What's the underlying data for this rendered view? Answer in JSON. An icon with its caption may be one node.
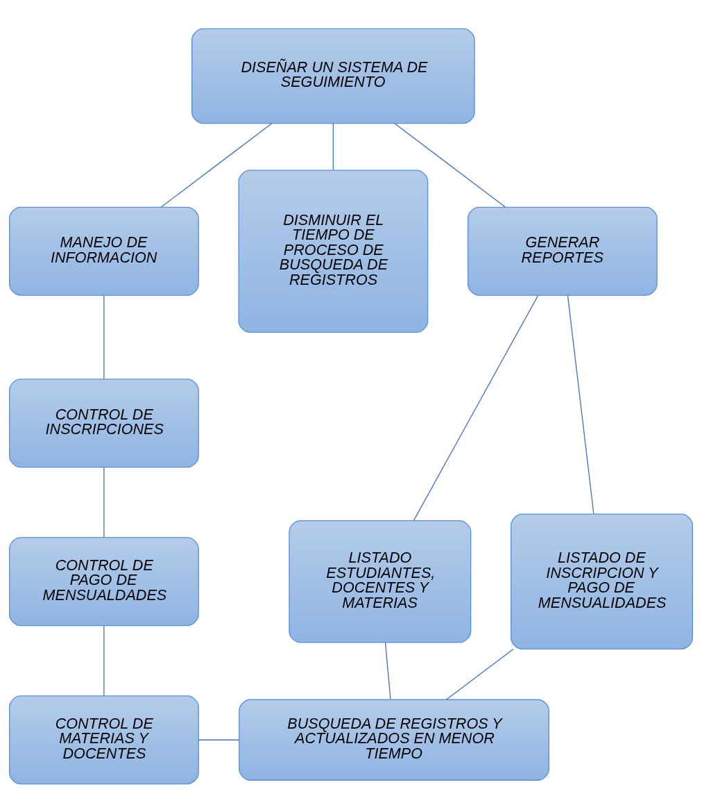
{
  "diagram": {
    "nodes": [
      {
        "text": [
          "DISEÑAR UN SISTEMA DE SEGUIMIENTO"
        ]
      },
      {
        "text": [
          "MANEJO DE INFORMACION"
        ]
      },
      {
        "text": [
          "DISMINUIR EL TIEMPO DE PROCESO DE BUSQUEDA DE REGISTROS"
        ]
      },
      {
        "text": [
          "GENERAR REPORTES"
        ]
      },
      {
        "text": [
          "CONTROL DE INSCRIPCIONES"
        ]
      },
      {
        "text": [
          "CONTROL DE PAGO DE MENSUALDADES"
        ]
      },
      {
        "text": [
          "LISTADO ESTUDIANTES, DOCENTES Y MATERIAS"
        ]
      },
      {
        "text": [
          "LISTADO DE INSCRIPCION Y PAGO DE MENSUALIDADES"
        ]
      },
      {
        "text": [
          "CONTROL DE MATERIAS Y DOCENTES"
        ]
      },
      {
        "text": [
          "BUSQUEDA DE REGISTROS Y ACTUALIZADOS EN MENOR TIEMPO"
        ]
      }
    ],
    "edges": [
      {
        "from": 0,
        "to": 1,
        "arrow": "none"
      },
      {
        "from": 0,
        "to": 2,
        "arrow": "none"
      },
      {
        "from": 0,
        "to": 3,
        "arrow": "none"
      },
      {
        "from": 1,
        "to": 4,
        "arrow": "none"
      },
      {
        "from": 4,
        "to": 5,
        "arrow": "none"
      },
      {
        "from": 5,
        "to": 8,
        "arrow": "none"
      },
      {
        "from": 3,
        "to": 6,
        "arrow": "none"
      },
      {
        "from": 3,
        "to": 7,
        "arrow": "none"
      },
      {
        "from": 6,
        "to": 9,
        "arrow": "none"
      },
      {
        "from": 7,
        "to": 9,
        "arrow": "none"
      },
      {
        "from": 8,
        "to": 9,
        "arrow": "none"
      }
    ]
  }
}
